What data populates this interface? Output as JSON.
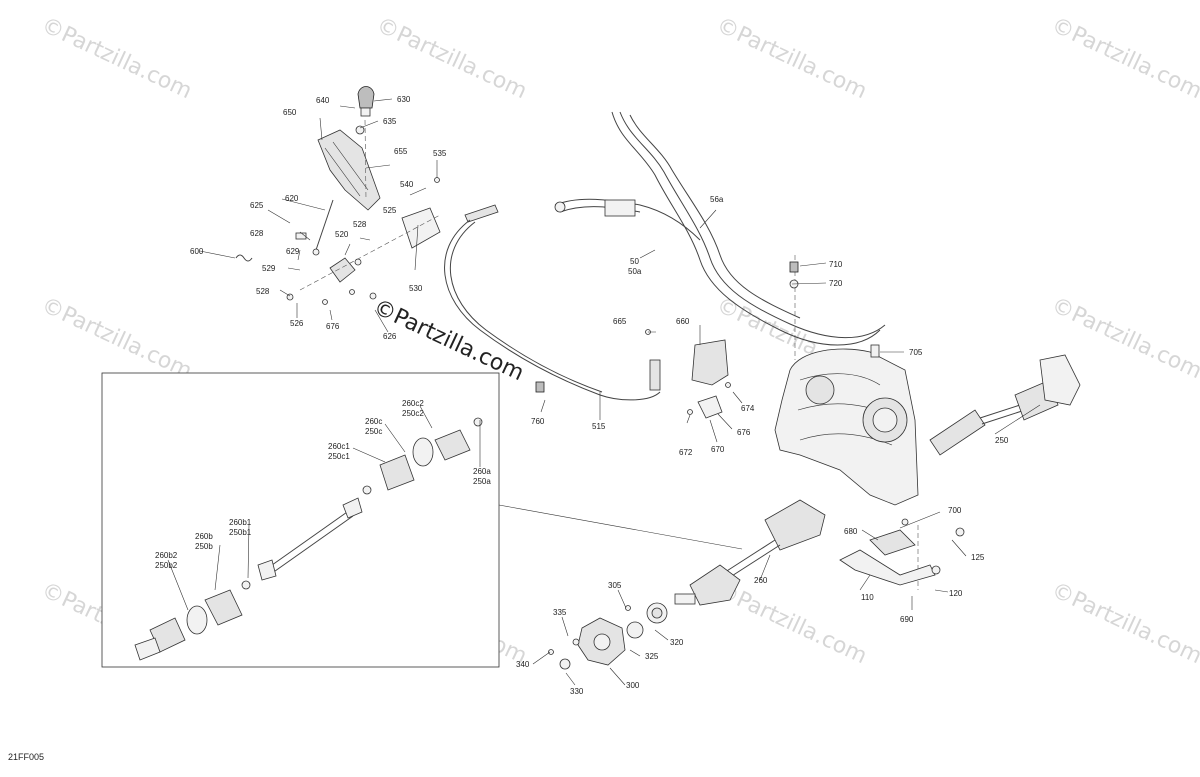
{
  "diagram_code": "21FF005",
  "watermark": "©Partzilla.com",
  "callouts": {
    "c630": "630",
    "c640": "640",
    "c635": "635",
    "c650": "650",
    "c655": "655",
    "c535": "535",
    "c540": "540",
    "c525": "525",
    "c625": "625",
    "c620": "620",
    "c628a": "628",
    "c528a": "528",
    "c520": "520",
    "c629": "629",
    "c600": "600",
    "c529": "529",
    "c528b": "528",
    "c526": "526",
    "c676a": "676",
    "c626": "626",
    "c530": "530",
    "c56a": "56a",
    "c50": "50",
    "c50a": "50a",
    "c710": "710",
    "c720": "720",
    "c665": "665",
    "c660": "660",
    "c705": "705",
    "c760": "760",
    "c515": "515",
    "c674": "674",
    "c676b": "676",
    "c672": "672",
    "c670": "670",
    "c250": "250",
    "c700": "700",
    "c680": "680",
    "c125": "125",
    "c260": "260",
    "c110": "110",
    "c120": "120",
    "c690": "690",
    "c305": "305",
    "c335": "335",
    "c320": "320",
    "c325": "325",
    "c340": "340",
    "c330": "330",
    "c300": "300",
    "c260c2": "260c2",
    "c250c2": "250c2",
    "c260c": "260c",
    "c250c": "250c",
    "c260c1": "260c1",
    "c250c1": "250c1",
    "c260a": "260a",
    "c250a": "250a",
    "c260b1": "260b1",
    "c250b1": "250b1",
    "c260b": "260b",
    "c250b": "250b",
    "c260b2": "260b2",
    "c250b2": "250b2"
  }
}
